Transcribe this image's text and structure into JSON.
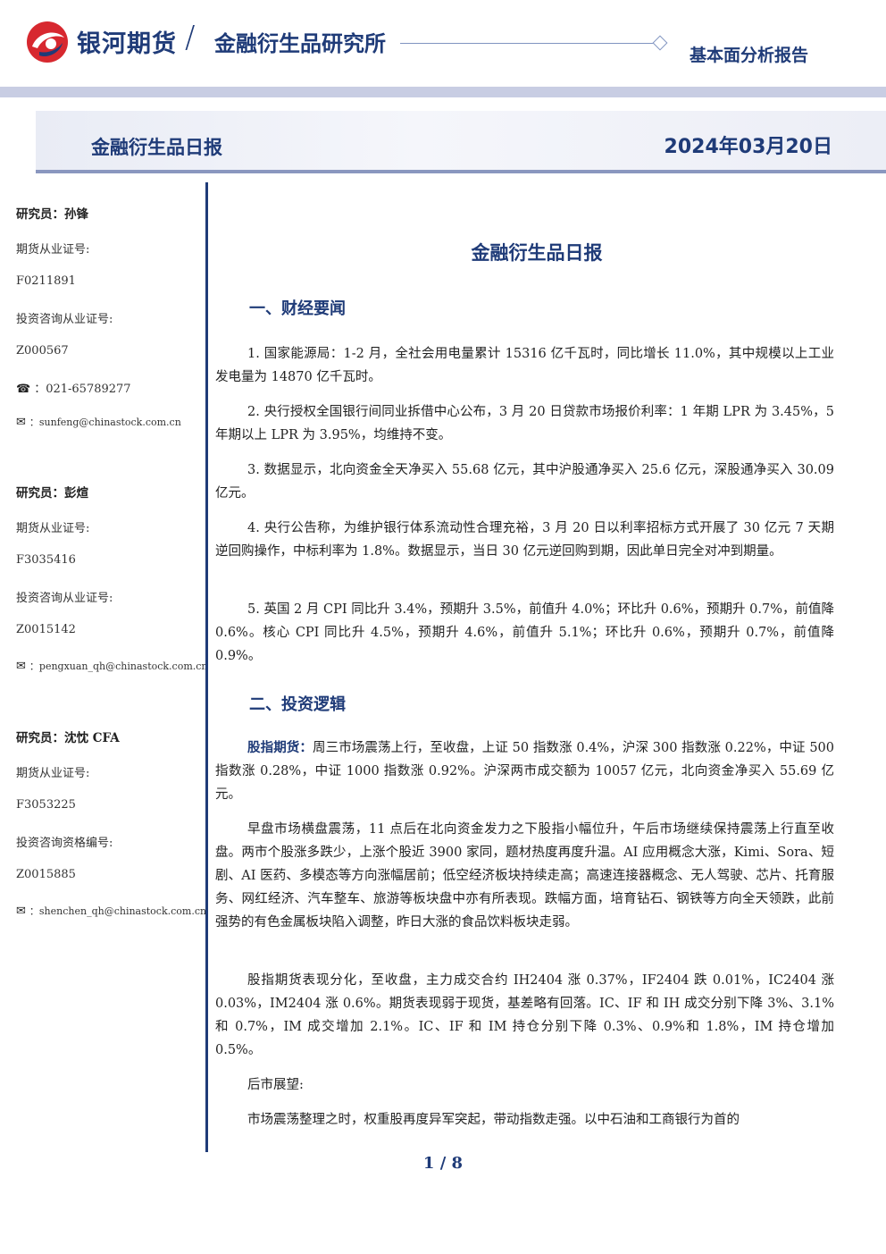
{
  "header": {
    "brand": "银河期货",
    "slash": "/",
    "institute": "金融衍生品研究所",
    "report_type": "基本面分析报告",
    "logo_color_red": "#d7282f",
    "logo_color_blue": "#1f3b78"
  },
  "banner": {
    "title": "金融衍生品日报",
    "date": "2024年03月20日"
  },
  "analysts": [
    {
      "name": "研究员：孙锋",
      "license_label": "期货从业证号:",
      "license": "F0211891",
      "consult_label": "投资咨询从业证号:",
      "consult": "Z000567",
      "phone_icon": "☎",
      "phone": "：021-65789277",
      "email_icon": "✉",
      "email": "：sunfeng@chinastock.com.cn"
    },
    {
      "name": "研究员：彭煊",
      "license_label": "期货从业证号:",
      "license": "F3035416",
      "consult_label": "投资咨询从业证号:",
      "consult": "Z0015142",
      "email_icon": "✉",
      "email": "：pengxuan_qh@chinastock.com.cn"
    },
    {
      "name": "研究员：沈忱 CFA",
      "license_label": "期货从业证号:",
      "license": "F3053225",
      "consult_label": "投资咨询资格编号:",
      "consult": "Z0015885",
      "email_icon": "✉",
      "email": "：shenchen_qh@chinastock.com.cn"
    }
  ],
  "main": {
    "title": "金融衍生品日报",
    "section1": "一、财经要闻",
    "news": [
      "1. 国家能源局：1-2 月，全社会用电量累计 15316 亿千瓦时，同比增长 11.0%，其中规模以上工业发电量为 14870 亿千瓦时。",
      "2. 央行授权全国银行间同业拆借中心公布，3 月 20 日贷款市场报价利率：1 年期 LPR 为 3.45%，5 年期以上 LPR 为 3.95%，均维持不变。",
      "3. 数据显示，北向资金全天净买入 55.68 亿元，其中沪股通净买入 25.6 亿元，深股通净买入 30.09 亿元。",
      "4. 央行公告称，为维护银行体系流动性合理充裕，3 月 20 日以利率招标方式开展了 30 亿元 7 天期逆回购操作，中标利率为 1.8%。数据显示，当日 30 亿元逆回购到期，因此单日完全对冲到期量。",
      "5. 英国 2 月 CPI 同比升 3.4%，预期升 3.5%，前值升 4.0%；环比升 0.6%，预期升 0.7%，前值降 0.6%。核心 CPI 同比升 4.5%，预期升 4.6%，前值升 5.1%；环比升 0.6%，预期升 0.7%，前值降 0.9%。"
    ],
    "section2": "二、投资逻辑",
    "logic_lead": "股指期货：",
    "logic_p1": "周三市场震荡上行，至收盘，上证 50 指数涨 0.4%，沪深 300 指数涨 0.22%，中证 500 指数涨 0.28%，中证 1000 指数涨 0.92%。沪深两市成交额为 10057 亿元，北向资金净买入 55.69 亿元。",
    "logic_p2": "早盘市场横盘震荡，11 点后在北向资金发力之下股指小幅位升，午后市场继续保持震荡上行直至收盘。两市个股涨多跌少，上涨个股近 3900 家同，题材热度再度升温。AI 应用概念大涨，Kimi、Sora、短剧、AI 医药、多模态等方向涨幅居前；低空经济板块持续走高；高速连接器概念、无人驾驶、芯片、托育服务、网红经济、汽车整车、旅游等板块盘中亦有所表现。跌幅方面，培育钻石、钢铁等方向全天领跌，此前强势的有色金属板块陷入调整，昨日大涨的食品饮料板块走弱。",
    "logic_p3": "股指期货表现分化，至收盘，主力成交合约 IH2404 涨 0.37%，IF2404 跌 0.01%，IC2404 涨 0.03%，IM2404 涨 0.6%。期货表现弱于现货，基差略有回落。IC、IF 和 IH 成交分别下降 3%、3.1%和 0.7%，IM 成交增加 2.1%。IC、IF 和 IM 持仓分别下降 0.3%、0.9%和 1.8%，IM 持仓增加 0.5%。",
    "outlook_label": "后市展望:",
    "outlook_p1": "市场震荡整理之时，权重股再度异军突起，带动指数走强。以中石油和工商银行为首的"
  },
  "footer": {
    "page": "1 / 8"
  }
}
